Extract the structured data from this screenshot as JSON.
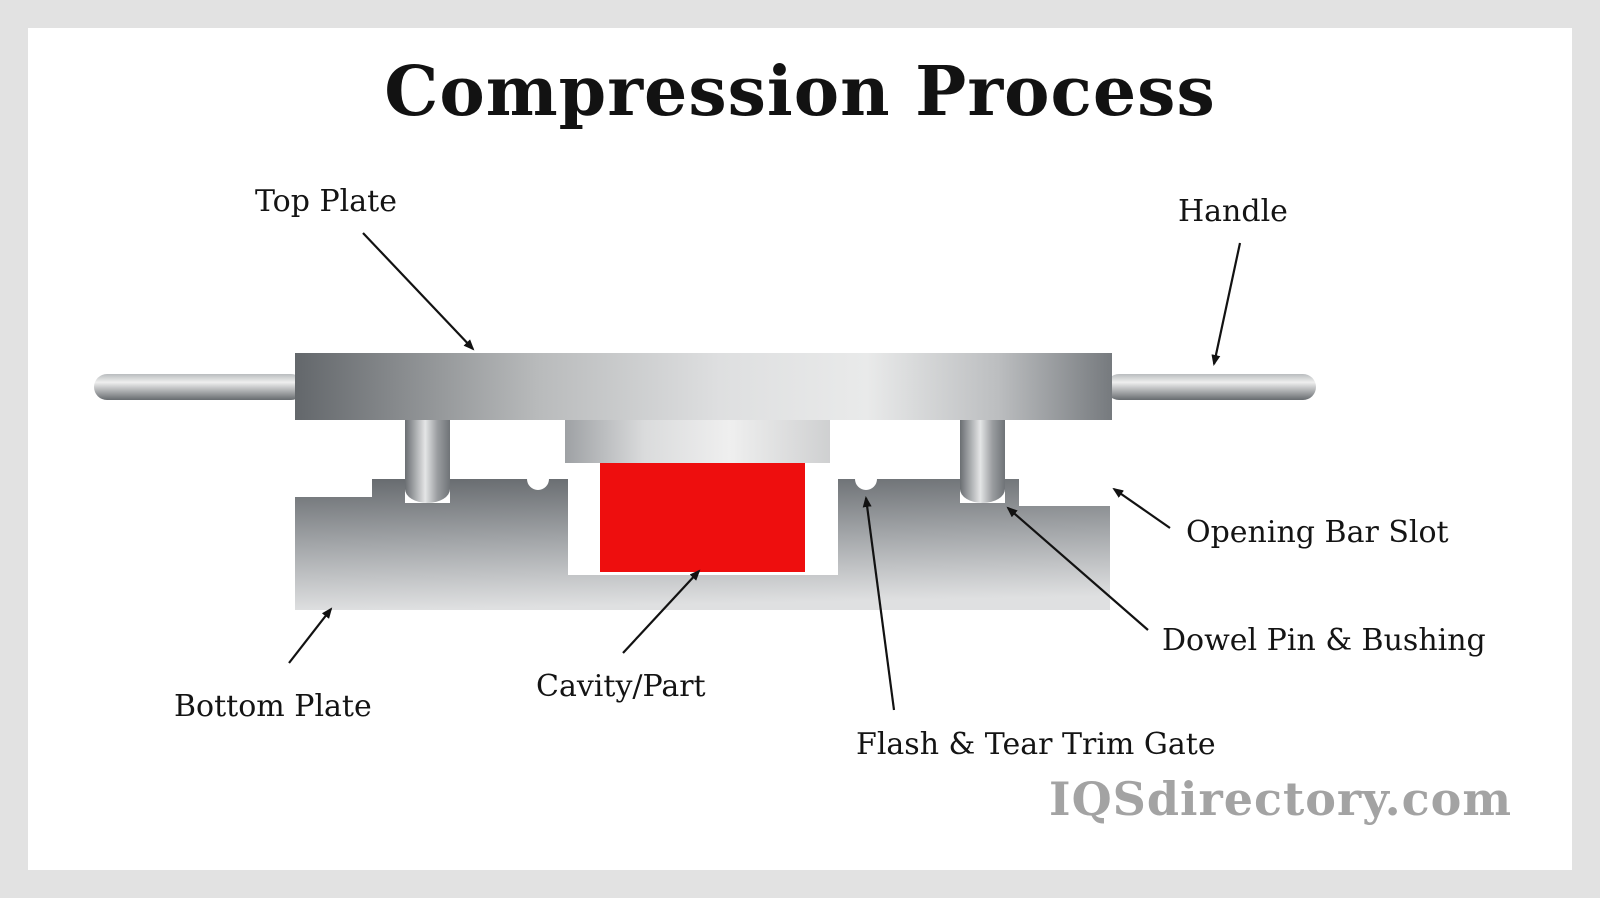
{
  "title": "Compression Process",
  "watermark": "IQSdirectory.com",
  "labels": {
    "top_plate": "Top Plate",
    "handle": "Handle",
    "opening_bar_slot": "Opening Bar Slot",
    "dowel_pin_bushing": "Dowel Pin & Bushing",
    "bottom_plate": "Bottom Plate",
    "cavity_part": "Cavity/Part",
    "flash_tear_trim_gate": "Flash & Tear Trim Gate"
  },
  "colors": {
    "page_border_gray": "#e2e2e2",
    "canvas_white": "#ffffff",
    "text_black": "#141414",
    "watermark_gray": "#a3a3a3",
    "part_red": "#ee0e0e",
    "metal_dark": "#63676b",
    "metal_light": "#e9eaea"
  }
}
